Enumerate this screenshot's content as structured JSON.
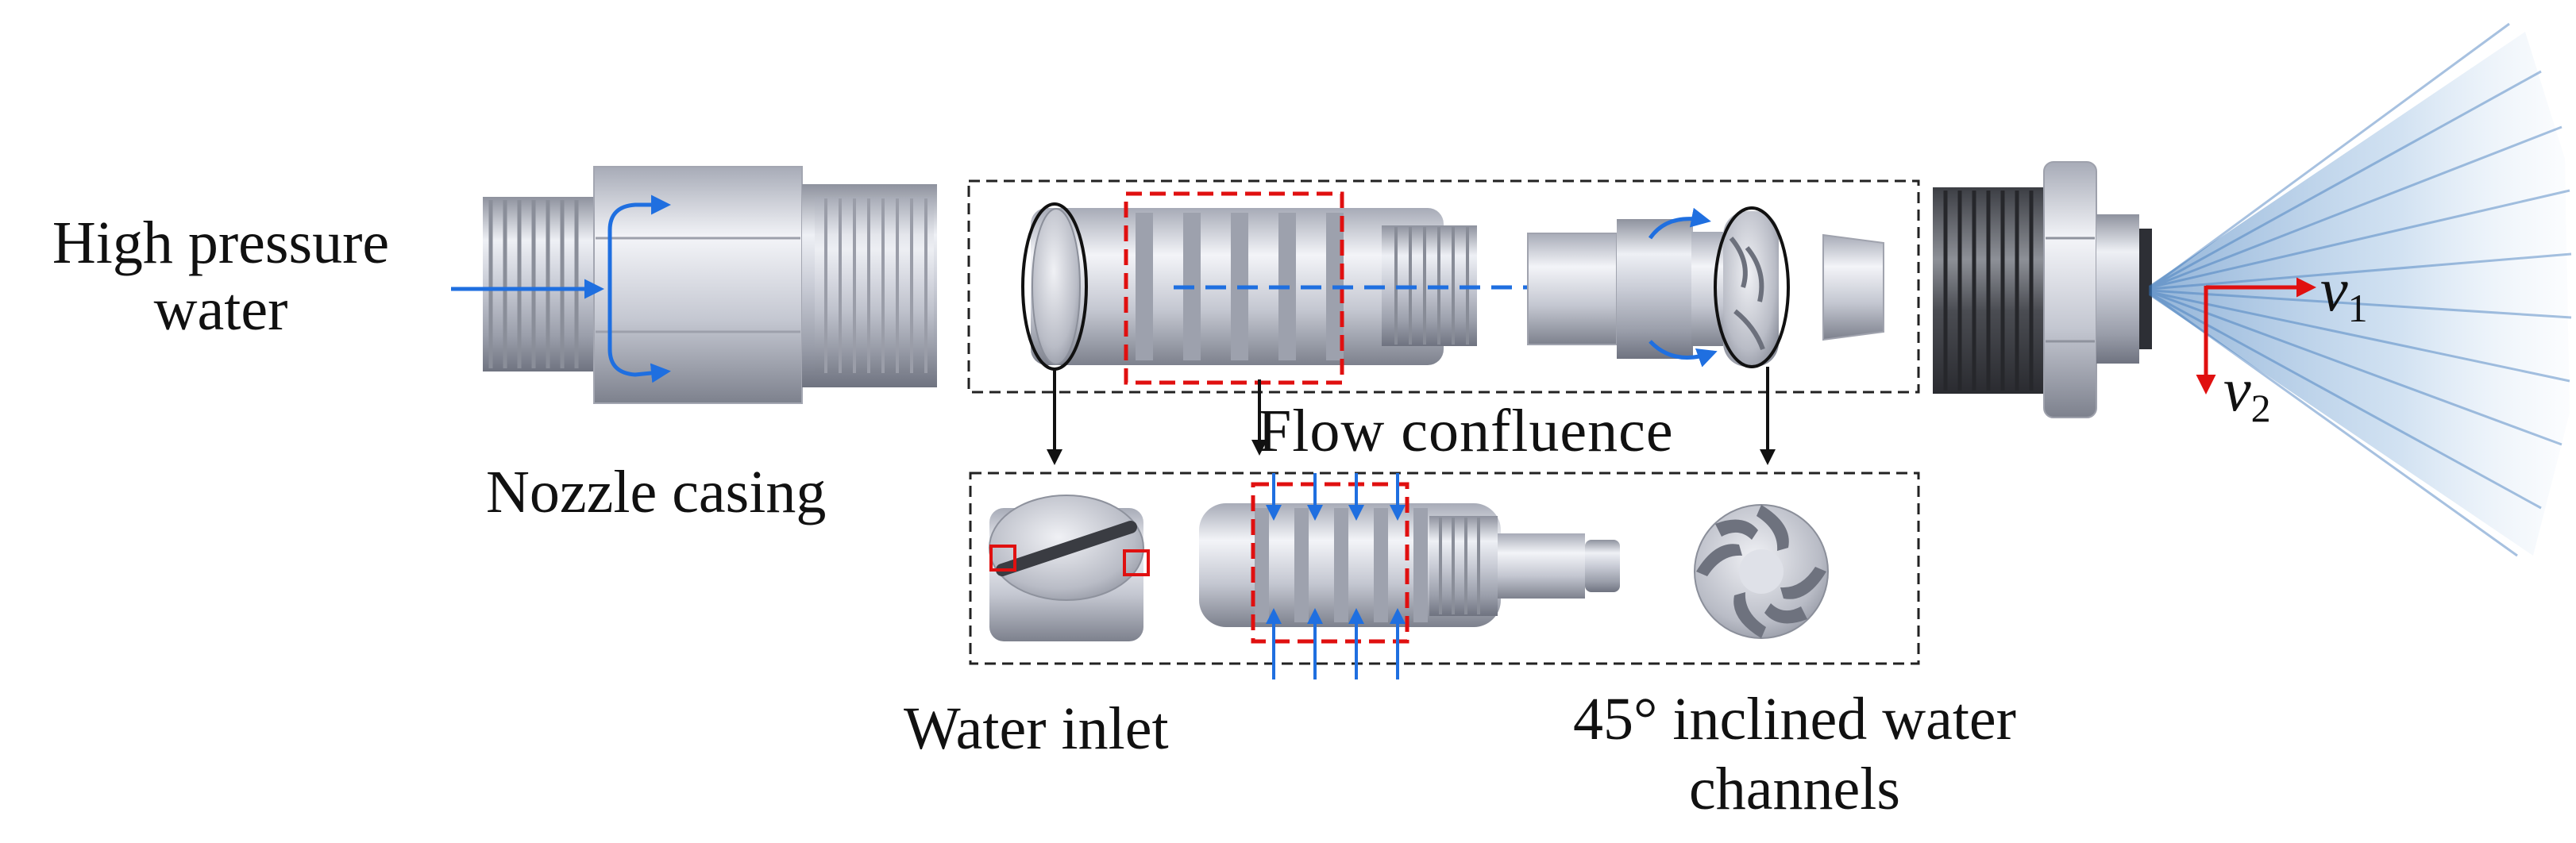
{
  "labels": {
    "high_pressure_line1": "High pressure",
    "high_pressure_line2": "water",
    "nozzle_casing": "Nozzle casing",
    "flow_confluence": "Flow confluence",
    "water_inlet": "Water inlet",
    "inclined_line1": "45° inclined water",
    "inclined_line2": "channels",
    "v1_symbol": "v",
    "v1_sub": "1",
    "v2_symbol": "v",
    "v2_sub": "2"
  },
  "colors": {
    "flow_arrow": "#1f6fe0",
    "highlight_box": "#e01010",
    "velocity_arrow": "#e01010",
    "connector": "#111111",
    "metal_light": "#e6e8ef",
    "metal_mid": "#b5b8c4",
    "metal_dark": "#7b7f8c",
    "spray": "#4d86c2"
  }
}
